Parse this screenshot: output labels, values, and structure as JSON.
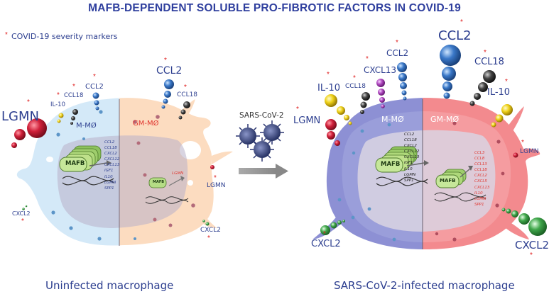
{
  "title": "MAFB-DEPENDENT SOLUBLE PRO-FIBROTIC FACTORS IN COVID-19",
  "legend": {
    "marker": "*",
    "text": "COVID-19 severity markers"
  },
  "virus_label": "SARS-CoV-2",
  "left": {
    "caption": "Uninfected macrophage",
    "m_label": "M-MØ",
    "gm_label": "GM-MØ",
    "mafb_label": "MAFB",
    "mafb_small_label": "MAFB",
    "m_genes": [
      "CCL2",
      "CCL18",
      "CXCL2",
      "CXCL12",
      "CXCL13",
      "IGF1",
      "IL10",
      "LGMN",
      "SPP1"
    ],
    "gm_gene": "LGMN",
    "factors": {
      "lgmn": "LGMN",
      "il10": "IL-10",
      "ccl18": "CCL18",
      "ccl2": "CCL2",
      "ccl2_gm": "CCL2",
      "ccl18_gm": "CCL18",
      "lgmn_gm": "LGMN",
      "cxcl2_m": "CXCL2",
      "cxcl2_gm": "CXCL2"
    }
  },
  "right": {
    "caption": "SARS-CoV-2-infected macrophage",
    "m_label": "M-MØ",
    "gm_label": "GM-MØ",
    "mafb_label": "MAFB",
    "mafb_gm_label": "MAFB",
    "m_genes": [
      "CCL2",
      "CCL18",
      "CXCL2",
      "CXCL12",
      "CXCL13",
      "IGF1",
      "IL10",
      "LGMN",
      "SPP1"
    ],
    "gm_genes": [
      "CCL3",
      "CCL8",
      "CCL13",
      "CCL18",
      "CXCL2",
      "CXCL5",
      "CXCL13",
      "IL10",
      "LGMN",
      "SPP1"
    ],
    "factors": {
      "lgmn": "LGMN",
      "il10": "IL-10",
      "cxcl13": "CXCL13",
      "ccl18": "CCL18",
      "ccl2": "CCL2",
      "ccl2_big": "CCL2",
      "ccl18_gm": "CCL18",
      "il10_gm": "IL-10",
      "lgmn_gm": "LGMN",
      "cxcl2_m": "CXCL2",
      "cxcl2_gm": "CXCL2"
    }
  },
  "colors": {
    "title": "#2f3f9e",
    "text": "#2c3e8f",
    "star": "#e02020",
    "m_cell_light": "#cfe6f6",
    "gm_cell_light": "#fbd9b8",
    "m_cell_infected": "#8b8fd6",
    "gm_cell_infected": "#f28a8f",
    "mafb_green": "#a9d67a",
    "gm_gene_red": "#e0362f"
  }
}
